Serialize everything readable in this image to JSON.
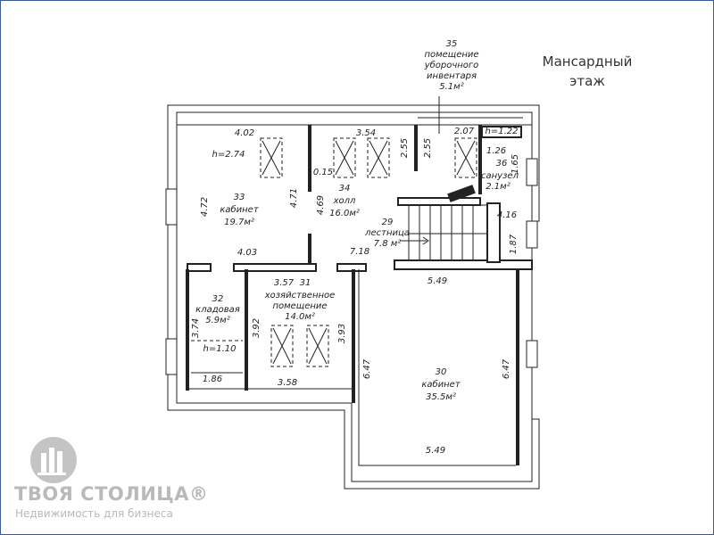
{
  "plan": {
    "floor_title_line1": "Мансардный",
    "floor_title_line2": "этаж",
    "rooms": {
      "r35": {
        "number": "35",
        "line1": "помещение",
        "line2": "уборочного",
        "line3": "инвентаря",
        "area": "5.1м²"
      },
      "r33": {
        "number": "33",
        "name": "кабинет",
        "area": "19.7м²",
        "height": "h=2.74"
      },
      "r34": {
        "number": "34",
        "name": "холл",
        "area": "16.0м²"
      },
      "r36": {
        "number": "36",
        "name": "санузел",
        "area": "2.1м²"
      },
      "r29": {
        "number": "29",
        "name": "лестница",
        "area": "7.8 м²"
      },
      "r32": {
        "number": "32",
        "name": "кладовая",
        "area": "5.9м²",
        "height": "h=1.10"
      },
      "r31": {
        "number": "31",
        "line1": "хозяйственное",
        "line2": "помещение",
        "area": "14.0м²"
      },
      "r30": {
        "number": "30",
        "name": "кабинет",
        "area": "35.5м²"
      }
    },
    "dimensions": {
      "d_402": "4.02",
      "d_354": "3.54",
      "d_207": "2.07",
      "d_h122": "h=1.22",
      "d_126": "1.26",
      "d_165": "1.65",
      "d_015": "0.15",
      "d_255a": "2.55",
      "d_255b": "2.55",
      "d_472": "4.72",
      "d_471": "4.71",
      "d_469": "4.69",
      "d_403": "4.03",
      "d_416": "4.16",
      "d_187": "1.87",
      "d_718": "7.18",
      "d_549top": "5.49",
      "d_357": "3.57",
      "d_374": "3.74",
      "d_392": "3.92",
      "d_393": "3.93",
      "d_186": "1.86",
      "d_358": "3.58",
      "d_647l": "6.47",
      "d_647r": "6.47",
      "d_549bot": "5.49"
    }
  },
  "watermark": {
    "brand": "ТВОЯ СТОЛИЦА®",
    "tagline": "Недвижимость для бизнеса"
  }
}
